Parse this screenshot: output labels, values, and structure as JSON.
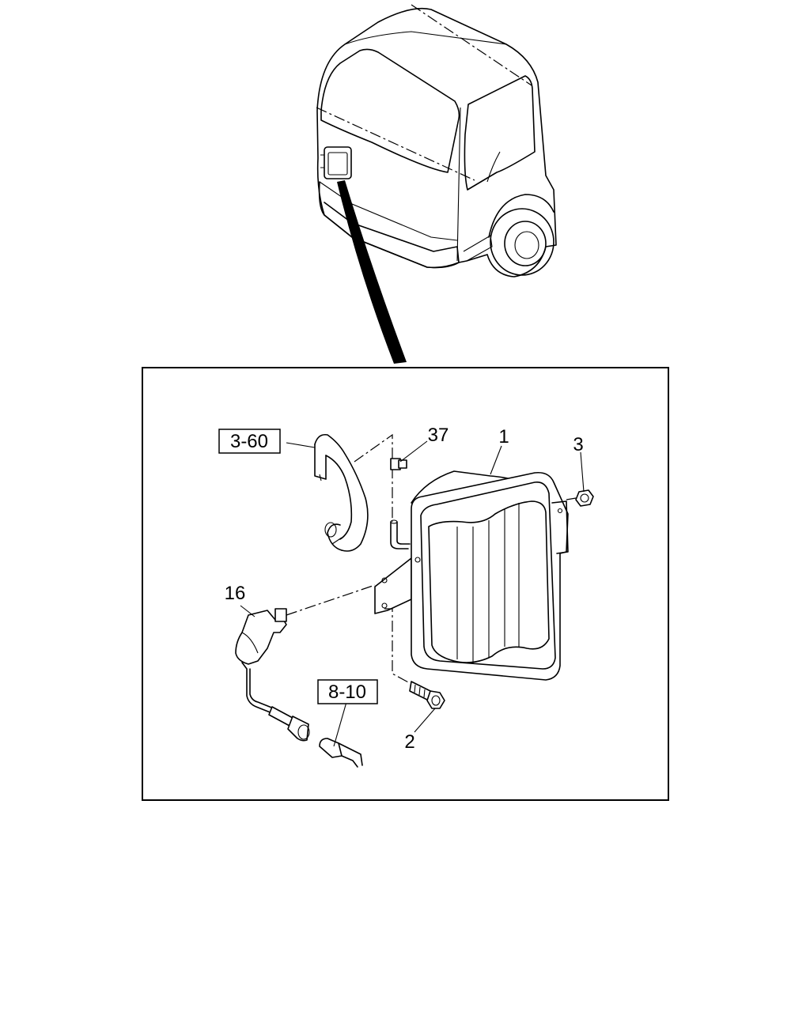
{
  "callouts": {
    "part_1": "1",
    "part_2": "2",
    "part_3": "3",
    "part_16": "16",
    "part_37": "37"
  },
  "references": {
    "ref_3_60": "3-60",
    "ref_8_10": "8-10"
  }
}
